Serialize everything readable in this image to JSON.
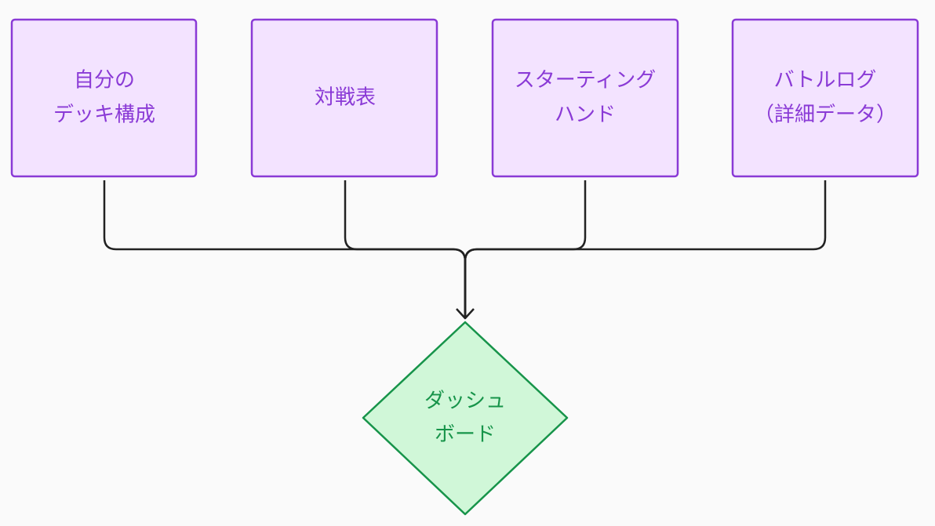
{
  "colors": {
    "background": "#fafafa",
    "box_fill": "#f3e3ff",
    "box_stroke": "#8a3ad6",
    "box_text": "#8a3ad6",
    "diamond_fill": "#d0f7d8",
    "diamond_stroke": "#17944a",
    "diamond_text": "#17944a",
    "edge": "#222222"
  },
  "nodes": {
    "own_deck": {
      "lines": [
        "自分の",
        "デッキ構成"
      ]
    },
    "matchup": {
      "lines": [
        "対戦表"
      ]
    },
    "starting_hand": {
      "lines": [
        "スターティング",
        "ハンド"
      ]
    },
    "battle_log": {
      "lines": [
        "バトルログ",
        "（詳細データ）"
      ]
    },
    "dashboard": {
      "lines": [
        "ダッシュ",
        "ボード"
      ]
    }
  }
}
